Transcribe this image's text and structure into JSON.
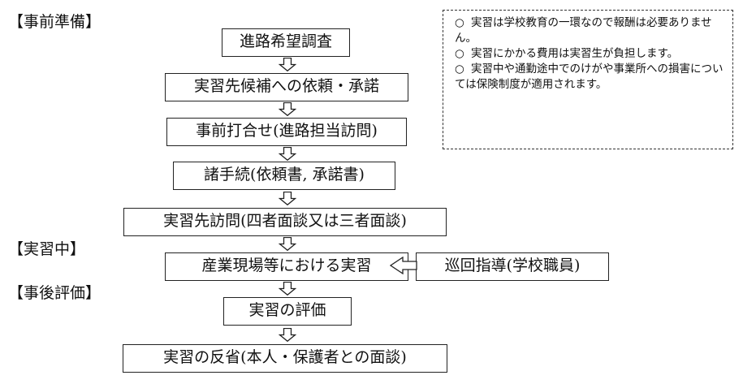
{
  "sections": {
    "pre": "【事前準備】",
    "during": "【実習中】",
    "post": "【事後評価】"
  },
  "steps": [
    "進路希望調査",
    "実習先候補への依頼・承諾",
    "事前打合せ(進路担当訪問)",
    "諸手続(依頼書, 承諾書)",
    "実習先訪問(四者面談又は三者面談)",
    "産業現場等における実習",
    "実習の評価",
    "実習の反省(本人・保護者との面談)"
  ],
  "side_step": "巡回指導(学校職員)",
  "notes": {
    "mark": "○",
    "items": [
      "実習は学校教育の一環なので報酬は必要ありません。",
      "実習にかかる費用は実習生が負担します。",
      "実習中や通勤途中でのけがや事業所への損害については保険制度が適用されます。"
    ]
  }
}
